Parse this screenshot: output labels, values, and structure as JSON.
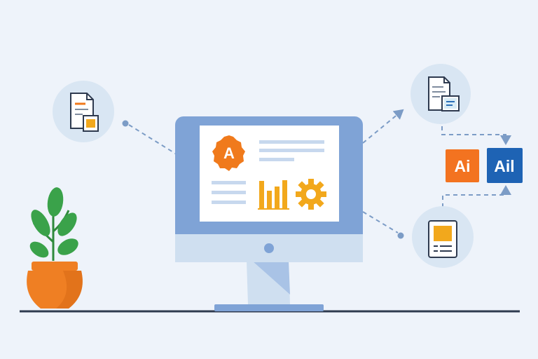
{
  "illustration": {
    "app_mark_letter": "A",
    "badge_left_label": "Ai",
    "badge_right_label": "Ail"
  },
  "colors": {
    "background": "#eef3fa",
    "monitor_frame": "#7fa3d6",
    "monitor_chin": "#cfdff0",
    "screen": "#ffffff",
    "accent_orange": "#f07a1c",
    "accent_yellow": "#f2a81c",
    "text_line": "#c7d8ee",
    "circle_fill": "#d9e6f3",
    "badge_orange": "#f37320",
    "badge_blue": "#1e63b4",
    "pot": "#ef7f23",
    "leaf": "#3aa24a",
    "desk_line": "#2e3a4f",
    "connector": "#7c9cc6"
  },
  "icons": [
    "document-icon",
    "document-preview-icon",
    "form-icon",
    "gear-icon",
    "bar-chart-icon",
    "plant-icon"
  ]
}
